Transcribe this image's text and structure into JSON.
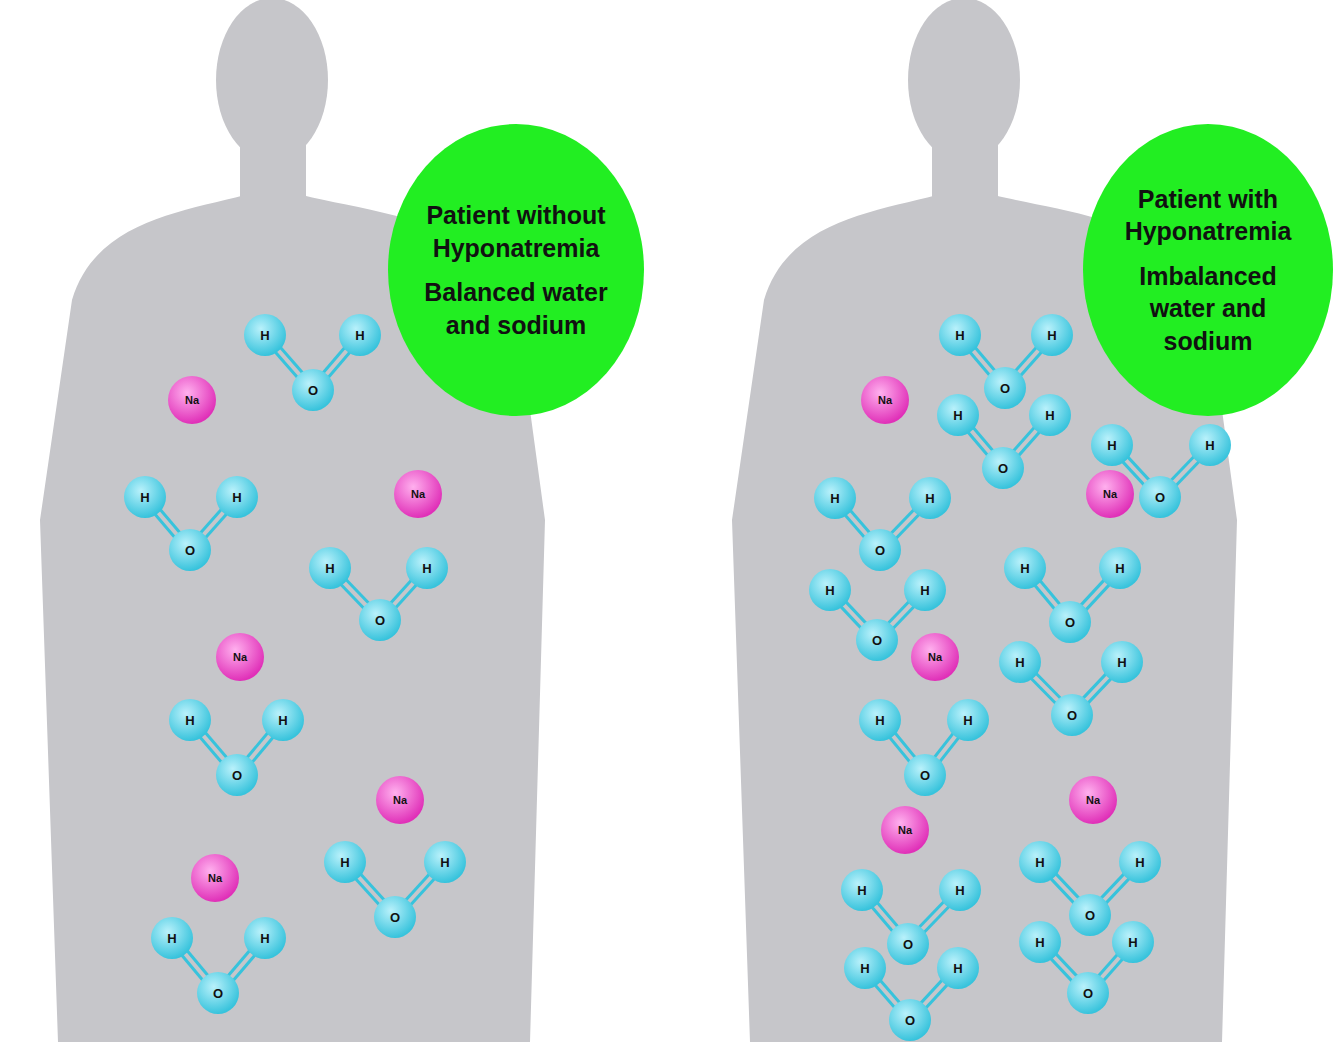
{
  "diagram": {
    "nodes": [
      {
        "text": [
          "Patient without Hyponatremia",
          "Balanced water and sodium"
        ]
      },
      {
        "text": [
          "Patient with Hyponatremia",
          "Imbalanced water and sodium"
        ]
      }
    ],
    "labels": [
      "H",
      "H",
      "O",
      "H",
      "H",
      "O",
      "H",
      "H",
      "O",
      "H",
      "H",
      "O",
      "H",
      "H",
      "O",
      "H",
      "H",
      "O",
      "Na",
      "Na",
      "Na",
      "Na",
      "Na",
      "H",
      "H",
      "O",
      "H",
      "H",
      "O",
      "H",
      "H",
      "O",
      "H",
      "H",
      "O",
      "H",
      "H",
      "O",
      "H",
      "H",
      "O",
      "H",
      "H",
      "O",
      "H",
      "H",
      "O",
      "H",
      "H",
      "O",
      "H",
      "H",
      "O",
      "H",
      "H",
      "O",
      "H",
      "H",
      "O",
      "Na",
      "Na",
      "Na",
      "Na",
      "Na"
    ]
  }
}
